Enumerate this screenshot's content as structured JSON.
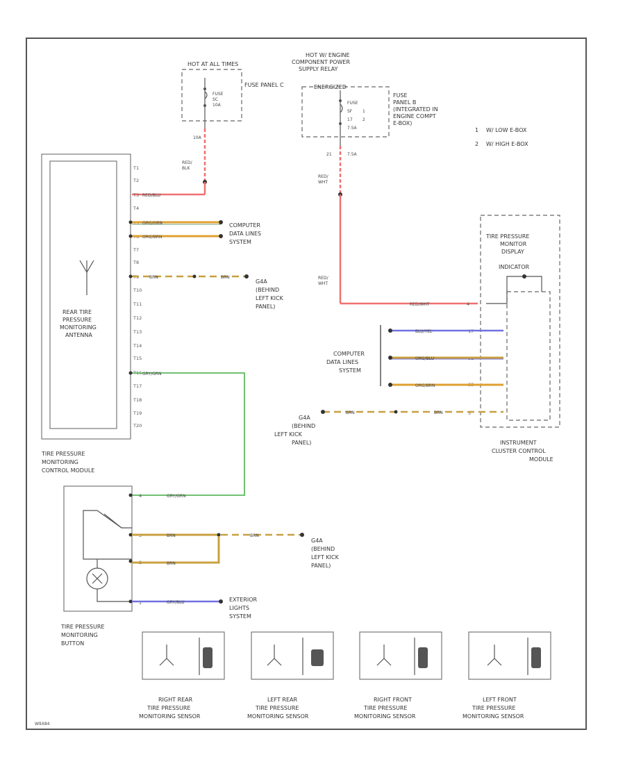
{
  "colors": {
    "red": "#f07070",
    "orange_yellow": "#e0a030",
    "yellow": "#e8c040",
    "brown_yellow": "#c8a040",
    "green": "#70c070",
    "blue": "#7070e0",
    "dark": "#555555"
  },
  "hot_at_all_times": "HOT AT ALL TIMES",
  "fuse_panel_c": "FUSE PANEL C",
  "fuse_sc": {
    "line1": "FUSE",
    "line2": "SC",
    "line3": "10A"
  },
  "fuse_sc_out": "10A",
  "wire_red_blk": {
    "line1": "RED/",
    "line2": "BLK"
  },
  "hot_engine": {
    "line1": "HOT W/ ENGINE",
    "line2": "COMPONENT POWER",
    "line3": "SUPPLY RELAY",
    "line4": "ENERGIZED"
  },
  "fuse_sf": {
    "line1": "FUSE",
    "line2": "SF",
    "line3": "17",
    "line4": "7.5A",
    "pin1": "1",
    "pin2": "2"
  },
  "fuse_panel_b": {
    "line1": "FUSE",
    "line2": "PANEL B",
    "line3": "(INTEGRATED IN",
    "line4": "ENGINE COMPT",
    "line5": "E-BOX)"
  },
  "ebox_note": {
    "n1": "1",
    "t1": "W/ LOW E-BOX",
    "n2": "2",
    "t2": "W/ HIGH E-BOX"
  },
  "fuse_sf_out": {
    "a": "21",
    "b": "7.5A"
  },
  "wire_red_wht_1": {
    "line1": "RED/",
    "line2": "WHT"
  },
  "wire_red_wht_2": {
    "line1": "RED/",
    "line2": "WHT"
  },
  "tpm_module": {
    "antenna": {
      "line1": "REAR TIRE",
      "line2": "PRESSURE",
      "line3": "MONITORING",
      "line4": "ANTENNA"
    },
    "pins": [
      "T1",
      "T2",
      "T3",
      "T4",
      "T5",
      "T6",
      "T7",
      "T8",
      "T9",
      "T10",
      "T11",
      "T12",
      "T13",
      "T14",
      "T15",
      "T16",
      "T17",
      "T18",
      "T19",
      "T20"
    ],
    "caption": {
      "line1": "TIRE PRESSURE",
      "line2": "MONITORING",
      "line3": "CONTROL MODULE"
    }
  },
  "w_t3": "RED/BLU",
  "w_t5": "ORG/GRN",
  "w_t6": "ORG/BRN",
  "computer_data_lines_1": {
    "line1": "COMPUTER",
    "line2": "DATA LINES",
    "line3": "SYSTEM"
  },
  "w_t9_a": "BRN",
  "w_t9_b": "BRN",
  "ground_1": {
    "line1": "G4A",
    "line2": "(BEHIND",
    "line3": "LEFT KICK",
    "line4": "PANEL)"
  },
  "w_t14": "GRY/GRN",
  "tp_display": {
    "line1": "TIRE PRESSURE",
    "line2": "MONITOR",
    "line3": "DISPLAY",
    "line4": "INDICATOR"
  },
  "w_display_red": "RED/WHT",
  "w_display_blu": "BLU/YEL",
  "w_display_brn": "ORG/BLU",
  "w_display_org": "ORG/BRN",
  "display_pins": {
    "p1": "4",
    "p2": "17",
    "p3": "32",
    "p4": "33",
    "p5": "5"
  },
  "computer_data_lines_2": {
    "line1": "COMPUTER",
    "line2": "DATA LINES",
    "line3": "SYSTEM"
  },
  "w_display_gnd_a": "BRN",
  "w_display_gnd_b": "BRN",
  "ground_2": {
    "line1": "G4A",
    "line2": "(BEHIND",
    "line3": "LEFT KICK",
    "line4": "PANEL)"
  },
  "instrument_cluster": {
    "line1": "INSTRUMENT",
    "line2": "CLUSTER CONTROL",
    "line3": "MODULE"
  },
  "button_pins": {
    "p1": "4",
    "p2": "3",
    "p3": "2",
    "p4": "1"
  },
  "w_b1": "GRY/GRN",
  "w_b2_a": "BRN",
  "w_b2_b": "BRN",
  "w_b3": "BRN",
  "w_b4": "GRY/BLU",
  "ground_3": {
    "line1": "G4A",
    "line2": "(BEHIND",
    "line3": "LEFT KICK",
    "line4": "PANEL)"
  },
  "exterior_lights": {
    "line1": "EXTERIOR",
    "line2": "LIGHTS",
    "line3": "SYSTEM"
  },
  "tpm_button": {
    "line1": "TIRE PRESSURE",
    "line2": "MONITORING",
    "line3": "BUTTON"
  },
  "sensors": [
    {
      "line1": "RIGHT REAR",
      "line2": "TIRE PRESSURE",
      "line3": "MONITORING SENSOR"
    },
    {
      "line1": "LEFT REAR",
      "line2": "TIRE PRESSURE",
      "line3": "MONITORING SENSOR"
    },
    {
      "line1": "RIGHT FRONT",
      "line2": "TIRE PRESSURE",
      "line3": "MONITORING SENSOR"
    },
    {
      "line1": "LEFT FRONT",
      "line2": "TIRE PRESSURE",
      "line3": "MONITORING SENSOR"
    }
  ],
  "figure_code": "W9X84"
}
